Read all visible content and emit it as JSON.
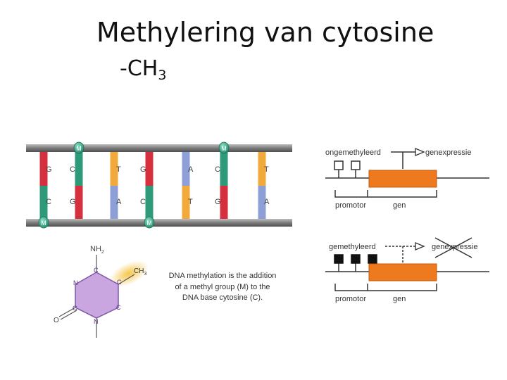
{
  "slide": {
    "title": "Methylering van cytosine",
    "subtitle_prefix": "-CH",
    "subtitle_sub": "3"
  },
  "dna_ladder": {
    "top_strand": [
      "G",
      "C",
      "T",
      "G",
      "A",
      "C",
      "T"
    ],
    "bottom_strand": [
      "C",
      "G",
      "A",
      "C",
      "T",
      "G",
      "A"
    ],
    "methyl_marker": "M",
    "colors": {
      "G": "#d6303f",
      "C": "#2f9a7a",
      "T": "#f2a93b",
      "A": "#8e9fd8",
      "rail": "#8a8a8a",
      "methyl": "#3aa58a"
    }
  },
  "molecule": {
    "nh2": "NH",
    "nh2_sub": "2",
    "ch3": "CH",
    "ch3_sub": "3",
    "atoms": [
      "C",
      "N",
      "C",
      "N",
      "C",
      "C"
    ],
    "oxygen": "O",
    "ring_color": "#c9a6e0",
    "highlight_color": "#f7c64a"
  },
  "caption": {
    "line1": "DNA methylation is the addition",
    "line2": "of a methyl group (M) to the",
    "line3": "DNA base cytosine (C)."
  },
  "gene_unmethylated": {
    "label": "ongemethyleerd",
    "expression": "genexpressie",
    "promoter": "promotor",
    "gene": "gen"
  },
  "gene_methylated": {
    "label": "gemethyleerd",
    "expression": "genexpressie",
    "promoter": "promotor",
    "gene": "gen"
  },
  "colors": {
    "gene_box": "#ee7a20",
    "line": "#333333"
  }
}
